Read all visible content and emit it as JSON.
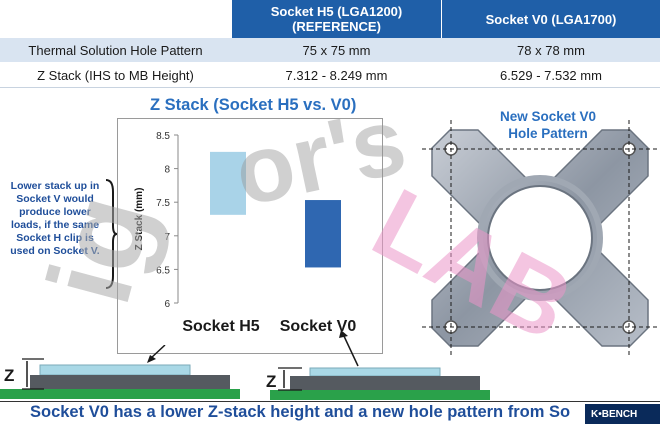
{
  "table": {
    "col1_header": "Socket H5 (LGA1200)\n(REFERENCE)",
    "col1_line1": "Socket H5 (LGA1200)",
    "col1_line2": "(REFERENCE)",
    "col2_header": "Socket V0 (LGA1700)",
    "rows": [
      {
        "label": "Thermal Solution Hole Pattern",
        "h5": "75 x 75 mm",
        "v0": "78 x 78 mm"
      },
      {
        "label": "Z Stack (IHS to MB Height)",
        "h5": "7.312 - 8.249 mm",
        "v0": "6.529 - 7.532 mm"
      }
    ]
  },
  "watermark": {
    "left": "ig",
    "mid": "or's",
    "lab": "LAB"
  },
  "callout": "Lower stack up in Socket V would produce lower loads, if the same Socket H clip is used on Socket V.",
  "hole_pattern_title_line1": "New Socket V0",
  "hole_pattern_title_line2": "Hole Pattern",
  "z_label_left": "Z",
  "z_label_right": "Z",
  "banner": "Socket V0 has a lower Z-stack height and a new hole pattern from So",
  "kbench": "K•BENCH",
  "colors": {
    "header": "#1f5fa8",
    "row_alt": "#d9e4f1",
    "title": "#2a6fbf",
    "bar_h5": "#a9d3e8",
    "bar_v0": "#2f67b1"
  },
  "chart_data": {
    "type": "bar",
    "title": "Z Stack (Socket H5 vs. V0)",
    "ylabel": "Z Stack (mm)",
    "ylim": [
      6,
      8.5
    ],
    "yticks": [
      "6",
      "6.5",
      "7",
      "7.5",
      "8",
      "8.5"
    ],
    "categories": [
      "Socket H5",
      "Socket V0"
    ],
    "ranges": [
      {
        "low": 7.312,
        "high": 8.249
      },
      {
        "low": 6.529,
        "high": 7.532
      }
    ],
    "grid": false
  }
}
